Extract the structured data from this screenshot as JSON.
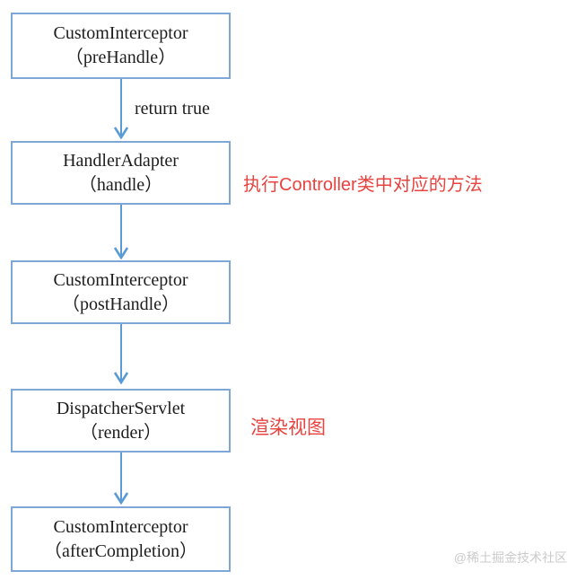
{
  "diagram": {
    "title_hint": "Spring MVC interceptor execution flow",
    "boxes": [
      {
        "line1": "CustomInterceptor",
        "line2": "（preHandle）"
      },
      {
        "line1": "HandlerAdapter",
        "line2": "（handle）"
      },
      {
        "line1": "CustomInterceptor",
        "line2": "（postHandle）"
      },
      {
        "line1": "DispatcherServlet",
        "line2": "（render）"
      },
      {
        "line1": "CustomInterceptor",
        "line2": "（afterCompletion）"
      }
    ],
    "arrow_label": "return true",
    "annotations": [
      {
        "text": "执行Controller类中对应的方法"
      },
      {
        "text": "渲染视图"
      }
    ],
    "watermark": "@稀土掘金技术社区",
    "colors": {
      "box_border": "#7ea7d8",
      "box_text": "#1d1d1d",
      "arrow": "#5b9bd5",
      "annotation": "#e8433f",
      "watermark": "#cbcbcb"
    }
  }
}
